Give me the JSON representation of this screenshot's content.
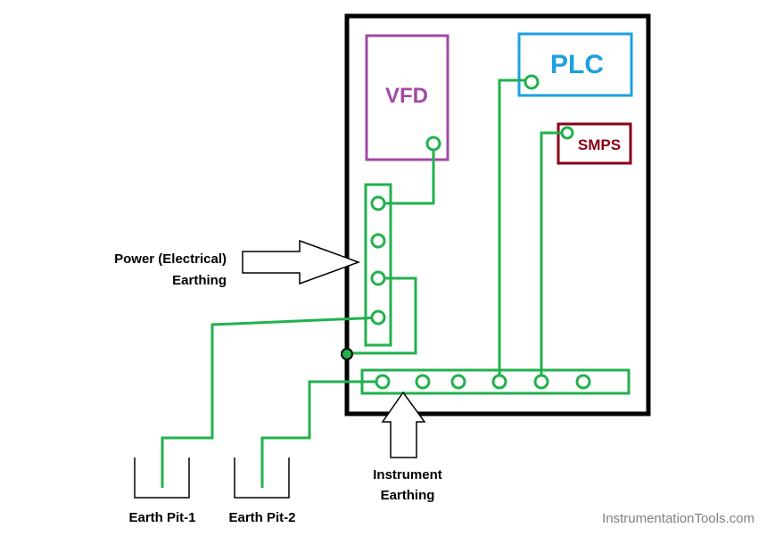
{
  "components": {
    "vfd": "VFD",
    "plc": "PLC",
    "smps": "SMPS"
  },
  "labels": {
    "power_line1": "Power (Electrical)",
    "power_line2": "Earthing",
    "instrument_line1": "Instrument",
    "instrument_line2": "Earthing",
    "pit1": "Earth Pit-1",
    "pit2": "Earth Pit-2"
  },
  "watermark": "InstrumentationTools.com",
  "colors": {
    "wire": "#22b14c",
    "vfd": "#a349a4",
    "plc": "#1ba1e2",
    "smps": "#880015",
    "panel": "#000000"
  }
}
